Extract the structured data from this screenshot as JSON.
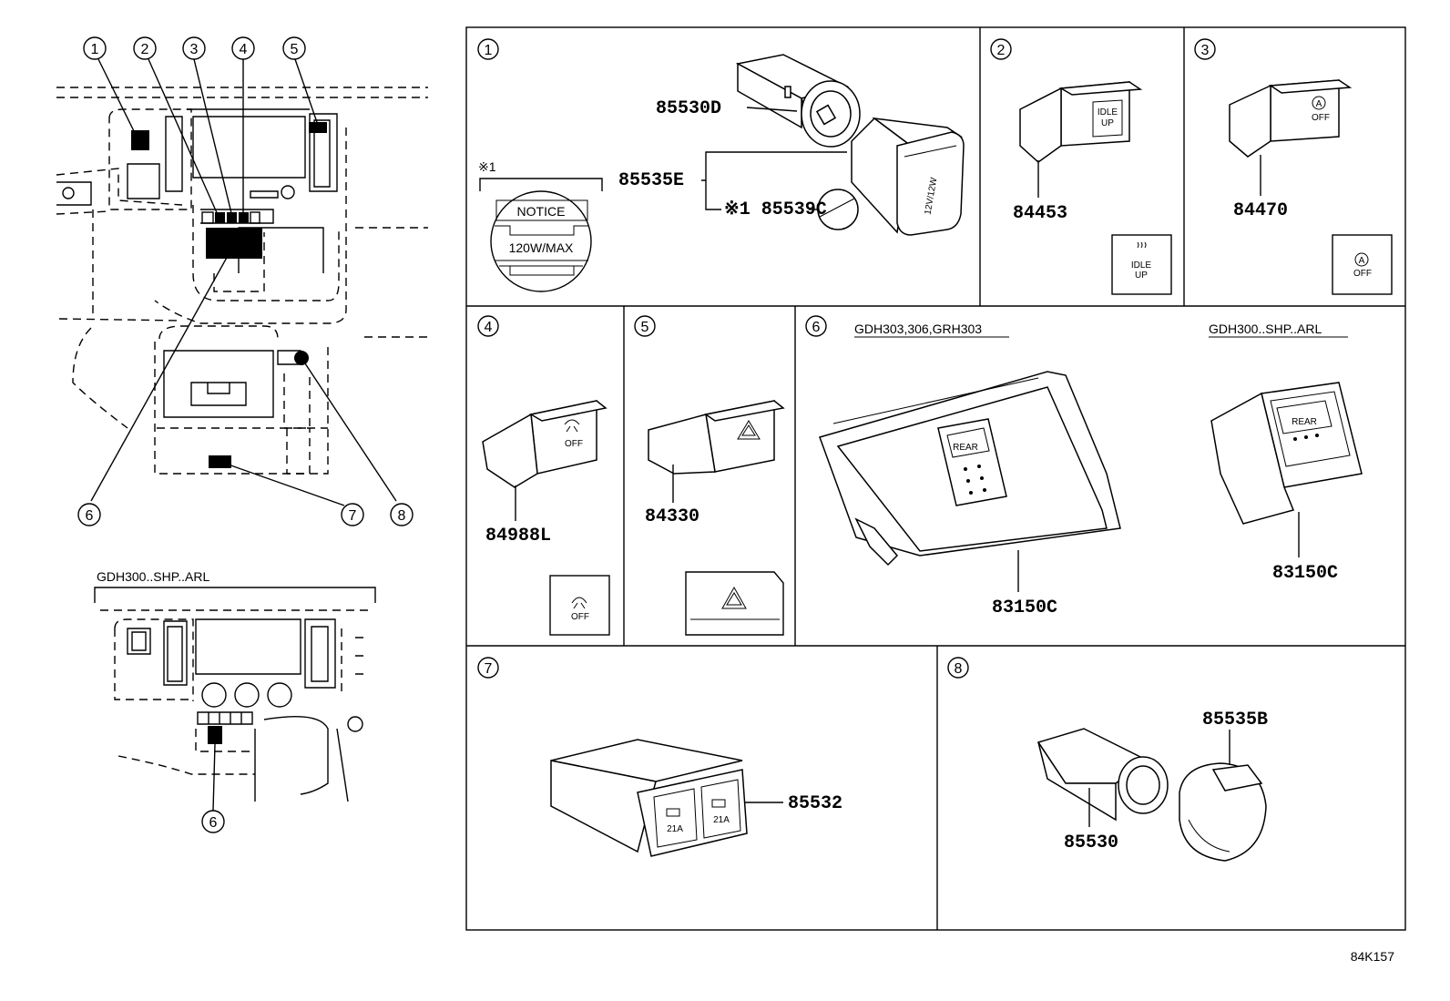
{
  "overview": {
    "callouts": [
      "1",
      "2",
      "3",
      "4",
      "5",
      "6",
      "7",
      "8"
    ],
    "variant_caption": "GDH300..SHP..ARL",
    "variant_callout": "6"
  },
  "panels": {
    "p1": {
      "number": "1",
      "notice_mark": "※1",
      "notice_title": "NOTICE",
      "notice_rating": "120W/MAX",
      "parts": [
        "85530D",
        "85535E",
        "※1 85539C"
      ],
      "socket_print": "12V/12W"
    },
    "p2": {
      "number": "2",
      "part": "84453",
      "icon_line1": "IDLE",
      "icon_line2": "UP"
    },
    "p3": {
      "number": "3",
      "part": "84470",
      "icon_letter": "A",
      "icon_text": "OFF"
    },
    "p4": {
      "number": "4",
      "part": "84988L",
      "icon_text": "OFF"
    },
    "p5": {
      "number": "5",
      "part": "84330"
    },
    "p6": {
      "number": "6",
      "variant_left": "GDH303,306,GRH303",
      "variant_right": "GDH300..SHP..ARL",
      "part_left": "83150C",
      "part_right": "83150C",
      "icon_text": "REAR"
    },
    "p7": {
      "number": "7",
      "part": "85532",
      "port_label": "21A"
    },
    "p8": {
      "number": "8",
      "part_socket": "85530",
      "part_cover": "85535B"
    }
  },
  "diagram_code": "84K157"
}
